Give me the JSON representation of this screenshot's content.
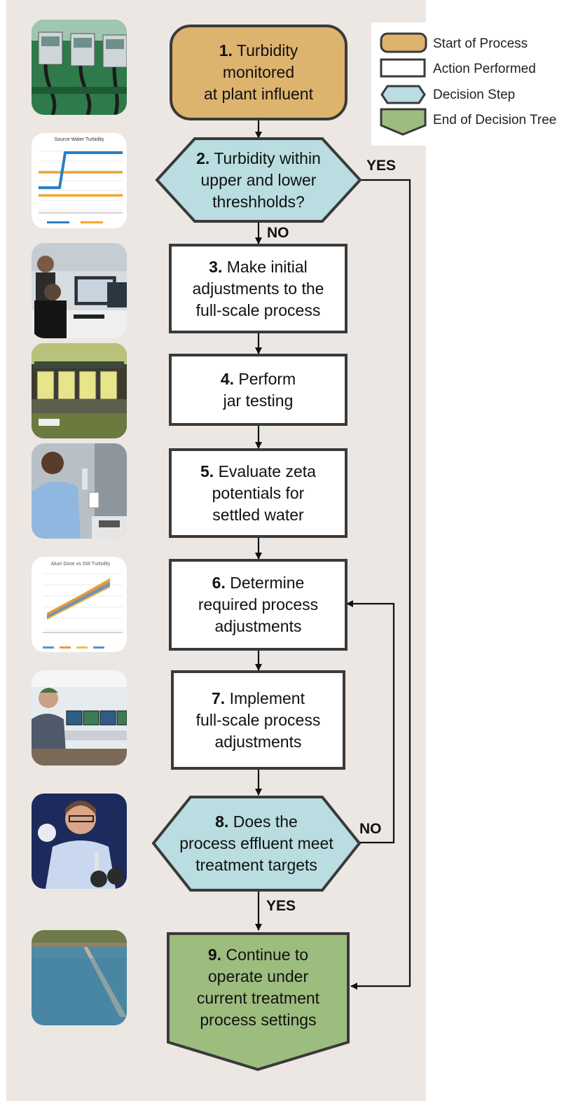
{
  "legend": {
    "items": [
      {
        "label": "Start of Process"
      },
      {
        "label": "Action Performed"
      },
      {
        "label": "Decision Step"
      },
      {
        "label": "End of Decision Tree"
      }
    ]
  },
  "steps": [
    {
      "num": "1.",
      "text": "Turbidity\nmonitored\nat plant influent"
    },
    {
      "num": "2.",
      "text": "Turbidity within\nupper and lower\nthreshholds?"
    },
    {
      "num": "3.",
      "text": "Make initial\nadjustments to the\nfull-scale process"
    },
    {
      "num": "4.",
      "text": "Perform\njar testing"
    },
    {
      "num": "5.",
      "text": "Evaluate zeta\npotentials for\nsettled water"
    },
    {
      "num": "6.",
      "text": "Determine\nrequired process\nadjustments"
    },
    {
      "num": "7.",
      "text": "Implement\nfull-scale process\nadjustments"
    },
    {
      "num": "8.",
      "text": "Does the\nprocess effluent meet\ntreatment targets"
    },
    {
      "num": "9.",
      "text": "Continue to\noperate under\ncurrent treatment\nprocess settings"
    }
  ],
  "branches": {
    "step2_yes": "YES",
    "step2_no": "NO",
    "step8_no": "NO",
    "step8_yes": "YES"
  },
  "mini_chart_1": {
    "title": "Source Water Turbidity"
  },
  "mini_chart_2": {
    "title": "Alum Dose vs SW Turbidity"
  },
  "colors": {
    "start": "#ddb46e",
    "action": "#ffffff",
    "decision": "#b9dde0",
    "end": "#9dbd7f",
    "panel": "#ece7e2"
  }
}
